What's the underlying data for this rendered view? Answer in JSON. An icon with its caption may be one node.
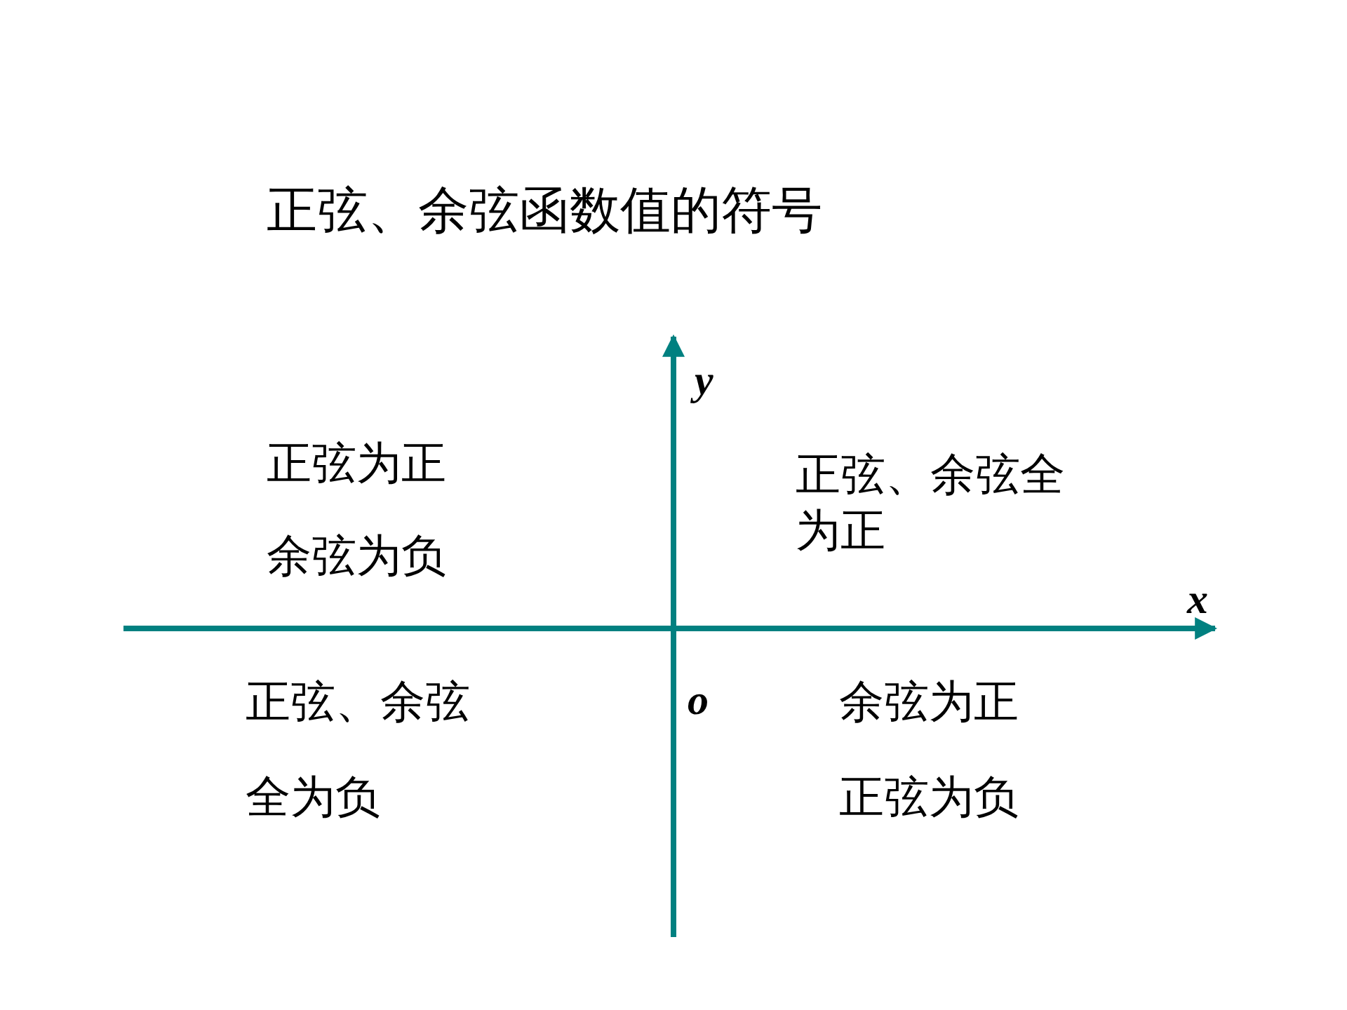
{
  "diagram": {
    "title": "正弦、余弦函数值的符号",
    "labels": [
      "y",
      "正弦为正",
      "余弦为负",
      "正弦、余弦全为正",
      "x",
      "正弦、余弦",
      "全为负",
      "o",
      "余弦为正",
      "正弦为负"
    ]
  }
}
